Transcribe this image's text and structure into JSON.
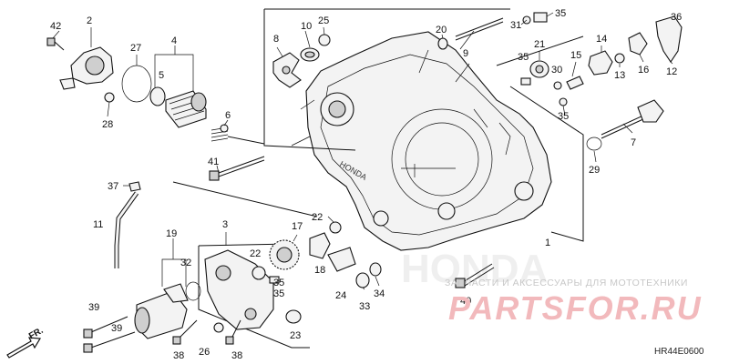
{
  "diagram": {
    "code": "HR44E0600",
    "direction_label": "FR.",
    "callouts": [
      "42",
      "2",
      "27",
      "4",
      "5",
      "28",
      "6",
      "10",
      "25",
      "8",
      "20",
      "9",
      "35",
      "36",
      "31",
      "21",
      "14",
      "13",
      "16",
      "12",
      "15",
      "35",
      "30",
      "35",
      "7",
      "29",
      "41",
      "37",
      "11",
      "3",
      "17",
      "22",
      "18",
      "24",
      "19",
      "32",
      "22",
      "35",
      "34",
      "33",
      "39",
      "39",
      "26",
      "38",
      "38",
      "23",
      "40",
      "1",
      "35"
    ]
  },
  "watermark": {
    "caption": "ЗАПЧАСТИ И АКСЕССУАРЫ ДЛЯ МОТОТЕХНИКИ",
    "logo": "PARTSFOR.RU",
    "brand_faint": "HONDA",
    "logo_color": "#e8868b"
  }
}
